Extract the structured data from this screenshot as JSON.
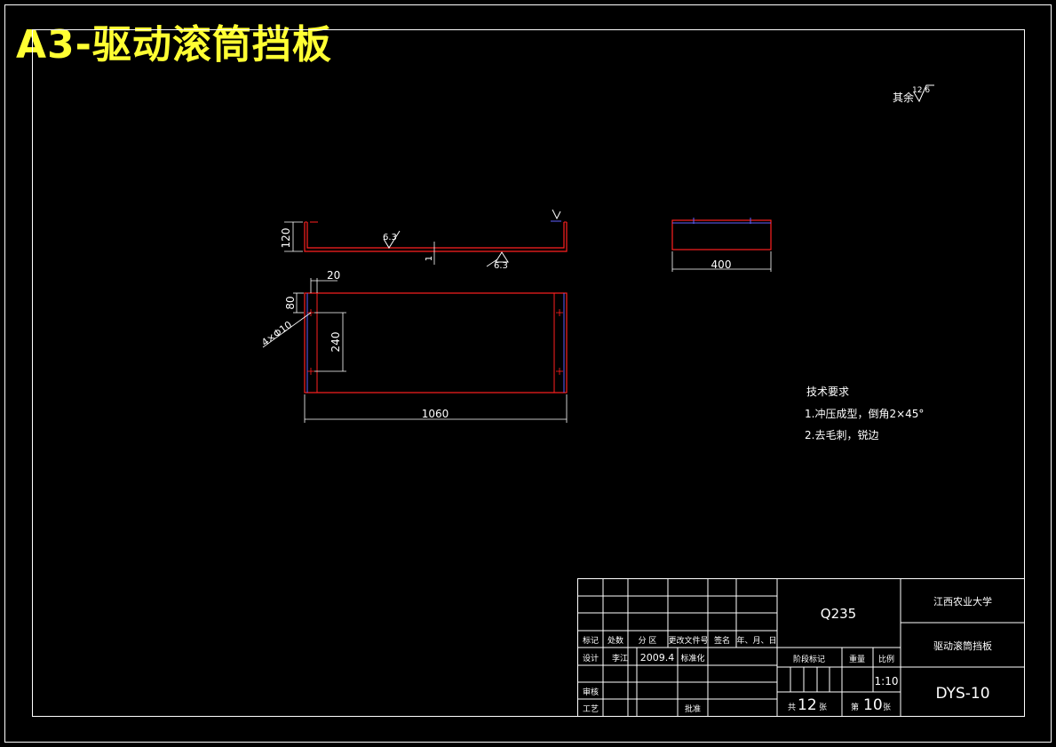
{
  "title": "A3-驱动滚筒挡板",
  "colors": {
    "background": "#000000",
    "line": "#ffffff",
    "part": "#ff2020",
    "hidden": "#6060ff",
    "title": "#ffff33"
  },
  "roughness_note": {
    "prefix": "其余",
    "value": "12.6"
  },
  "front_view": {
    "height_dim": "120",
    "thickness_dim": "1",
    "roughness_top": "6.3",
    "roughness_bottom": "6.3"
  },
  "side_view": {
    "width_dim": "400"
  },
  "top_view": {
    "offset_dim": "20",
    "hole_edge_dim": "80",
    "hole_spacing_dim": "240",
    "length_dim": "1060",
    "hole_callout": "4×Φ10"
  },
  "technical_requirements": {
    "heading": "技术要求",
    "items": [
      "1.冲压成型，倒角2×45°",
      "2.去毛刺，锐边"
    ]
  },
  "title_block": {
    "header_row": [
      "标记",
      "处数",
      "分 区",
      "更改文件号",
      "签名",
      "年、月、日"
    ],
    "design_row": {
      "label": "设计",
      "name": "李江",
      "date": "2009.4",
      "std_label": "标准化"
    },
    "review_label": "审核",
    "process_label": "工艺",
    "approve_label": "批准",
    "material": "Q235",
    "stage_label": "阶段标记",
    "weight_label": "重量",
    "scale_label": "比例",
    "scale_value": "1:10",
    "sheets_total_prefix": "共",
    "sheets_total": "12",
    "sheets_total_suffix": "张",
    "sheet_no_prefix": "第",
    "sheet_no": "10",
    "sheet_no_suffix": "张",
    "organization": "江西农业大学",
    "drawing_name": "驱动滚筒挡板",
    "drawing_no": "DYS-10"
  }
}
